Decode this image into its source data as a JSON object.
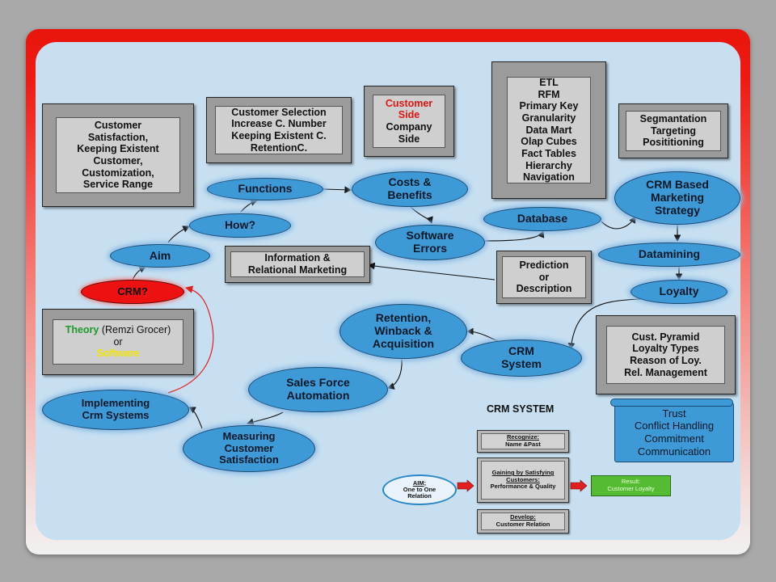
{
  "nodes": {
    "crm_q": "CRM?",
    "aim": "Aim",
    "how": "How?",
    "functions": "Functions",
    "costs": [
      "Costs &",
      "Benefits"
    ],
    "software_errors": [
      "Software",
      "Errors"
    ],
    "database": "Database",
    "crm_based": [
      "CRM Based",
      "Marketing",
      "Strategy"
    ],
    "datamining": "Datamining",
    "loyalty": "Loyalty",
    "crm_system": [
      "CRM",
      "System"
    ],
    "retention": [
      "Retention,",
      "Winback &",
      "Acquisition"
    ],
    "sales_force": [
      "Sales Force",
      "Automation"
    ],
    "implementing": [
      "Implementing",
      "Crm Systems"
    ],
    "measuring": [
      "Measuring",
      "Customer",
      "Satisfaction"
    ]
  },
  "boxes": {
    "customer_satisfaction": [
      "Customer",
      "Satisfaction,",
      "Keeping Existent",
      "Customer,",
      "Customization,",
      "Service Range"
    ],
    "customer_selection": [
      "Customer Selection",
      "Increase C. Number",
      "Keeping Existent C.",
      "RetentionC."
    ],
    "side": {
      "red_lines": [
        "Customer",
        "Side"
      ],
      "lines": [
        "Company",
        "Side"
      ],
      "red_color": "#e01414"
    },
    "etl": [
      "ETL",
      "RFM",
      "Primary Key",
      "Granularity",
      "Data Mart",
      "Olap Cubes",
      "Fact Tables",
      "Hierarchy",
      "Navigation"
    ],
    "segmentation": [
      "Segmantation",
      "Targeting",
      "Posititioning"
    ],
    "information": [
      "Information &",
      "Relational Marketing"
    ],
    "prediction": [
      "Prediction",
      "or",
      "Description"
    ],
    "theory": {
      "theory": "Theory",
      "paren": " (Remzi Grocer)",
      "or": "or",
      "software": "Software",
      "theory_color": "#1f9a2a",
      "software_color": "#f2e600"
    },
    "cust_pyramid": [
      "Cust. Pyramid",
      "Loyalty Types",
      "Reason of Loy.",
      "Rel. Management"
    ]
  },
  "scroll": [
    "Trust",
    "Conflict Handling",
    "Commitment",
    "Communication"
  ],
  "crm_system_diagram": {
    "title": "CRM SYSTEM",
    "recognize": [
      "Recognize:",
      "Name &Past"
    ],
    "gaining": [
      "Gaining by Satisfying",
      "Customers:",
      "Performance & Quality"
    ],
    "develop": [
      "Develop:",
      "Customer Relation"
    ],
    "aim": [
      "AIM;",
      "One to One",
      "Relation"
    ],
    "result": [
      "Result:",
      "Customer Loyalty"
    ]
  },
  "colors": {
    "node_fill": "#3d9ad6",
    "crm_q_fill": "#ee1111",
    "panel": "#c7dff0",
    "frame": "#e8150d",
    "box_fill": "#cfcfcf",
    "result_fill": "#55bb33",
    "red_arrow": "#e02020"
  }
}
